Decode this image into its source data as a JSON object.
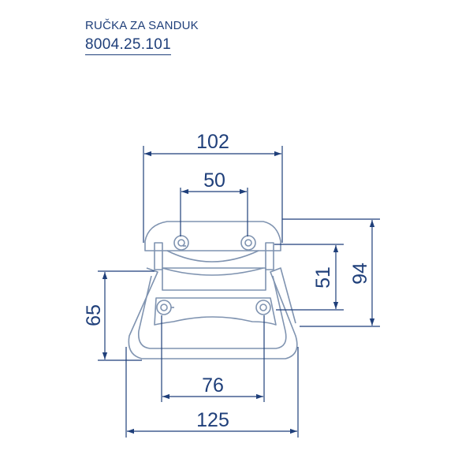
{
  "header": {
    "title": "RUČKA ZA SANDUK",
    "code": "8004.25.101"
  },
  "dimensions": {
    "top_width": "102",
    "hole_spacing_top": "50",
    "inner_height": "51",
    "total_height": "94",
    "handle_height": "65",
    "hole_spacing_bottom": "76",
    "total_width": "125"
  },
  "colors": {
    "dimension": "#1f3f7a",
    "part": "#7f93b0"
  }
}
